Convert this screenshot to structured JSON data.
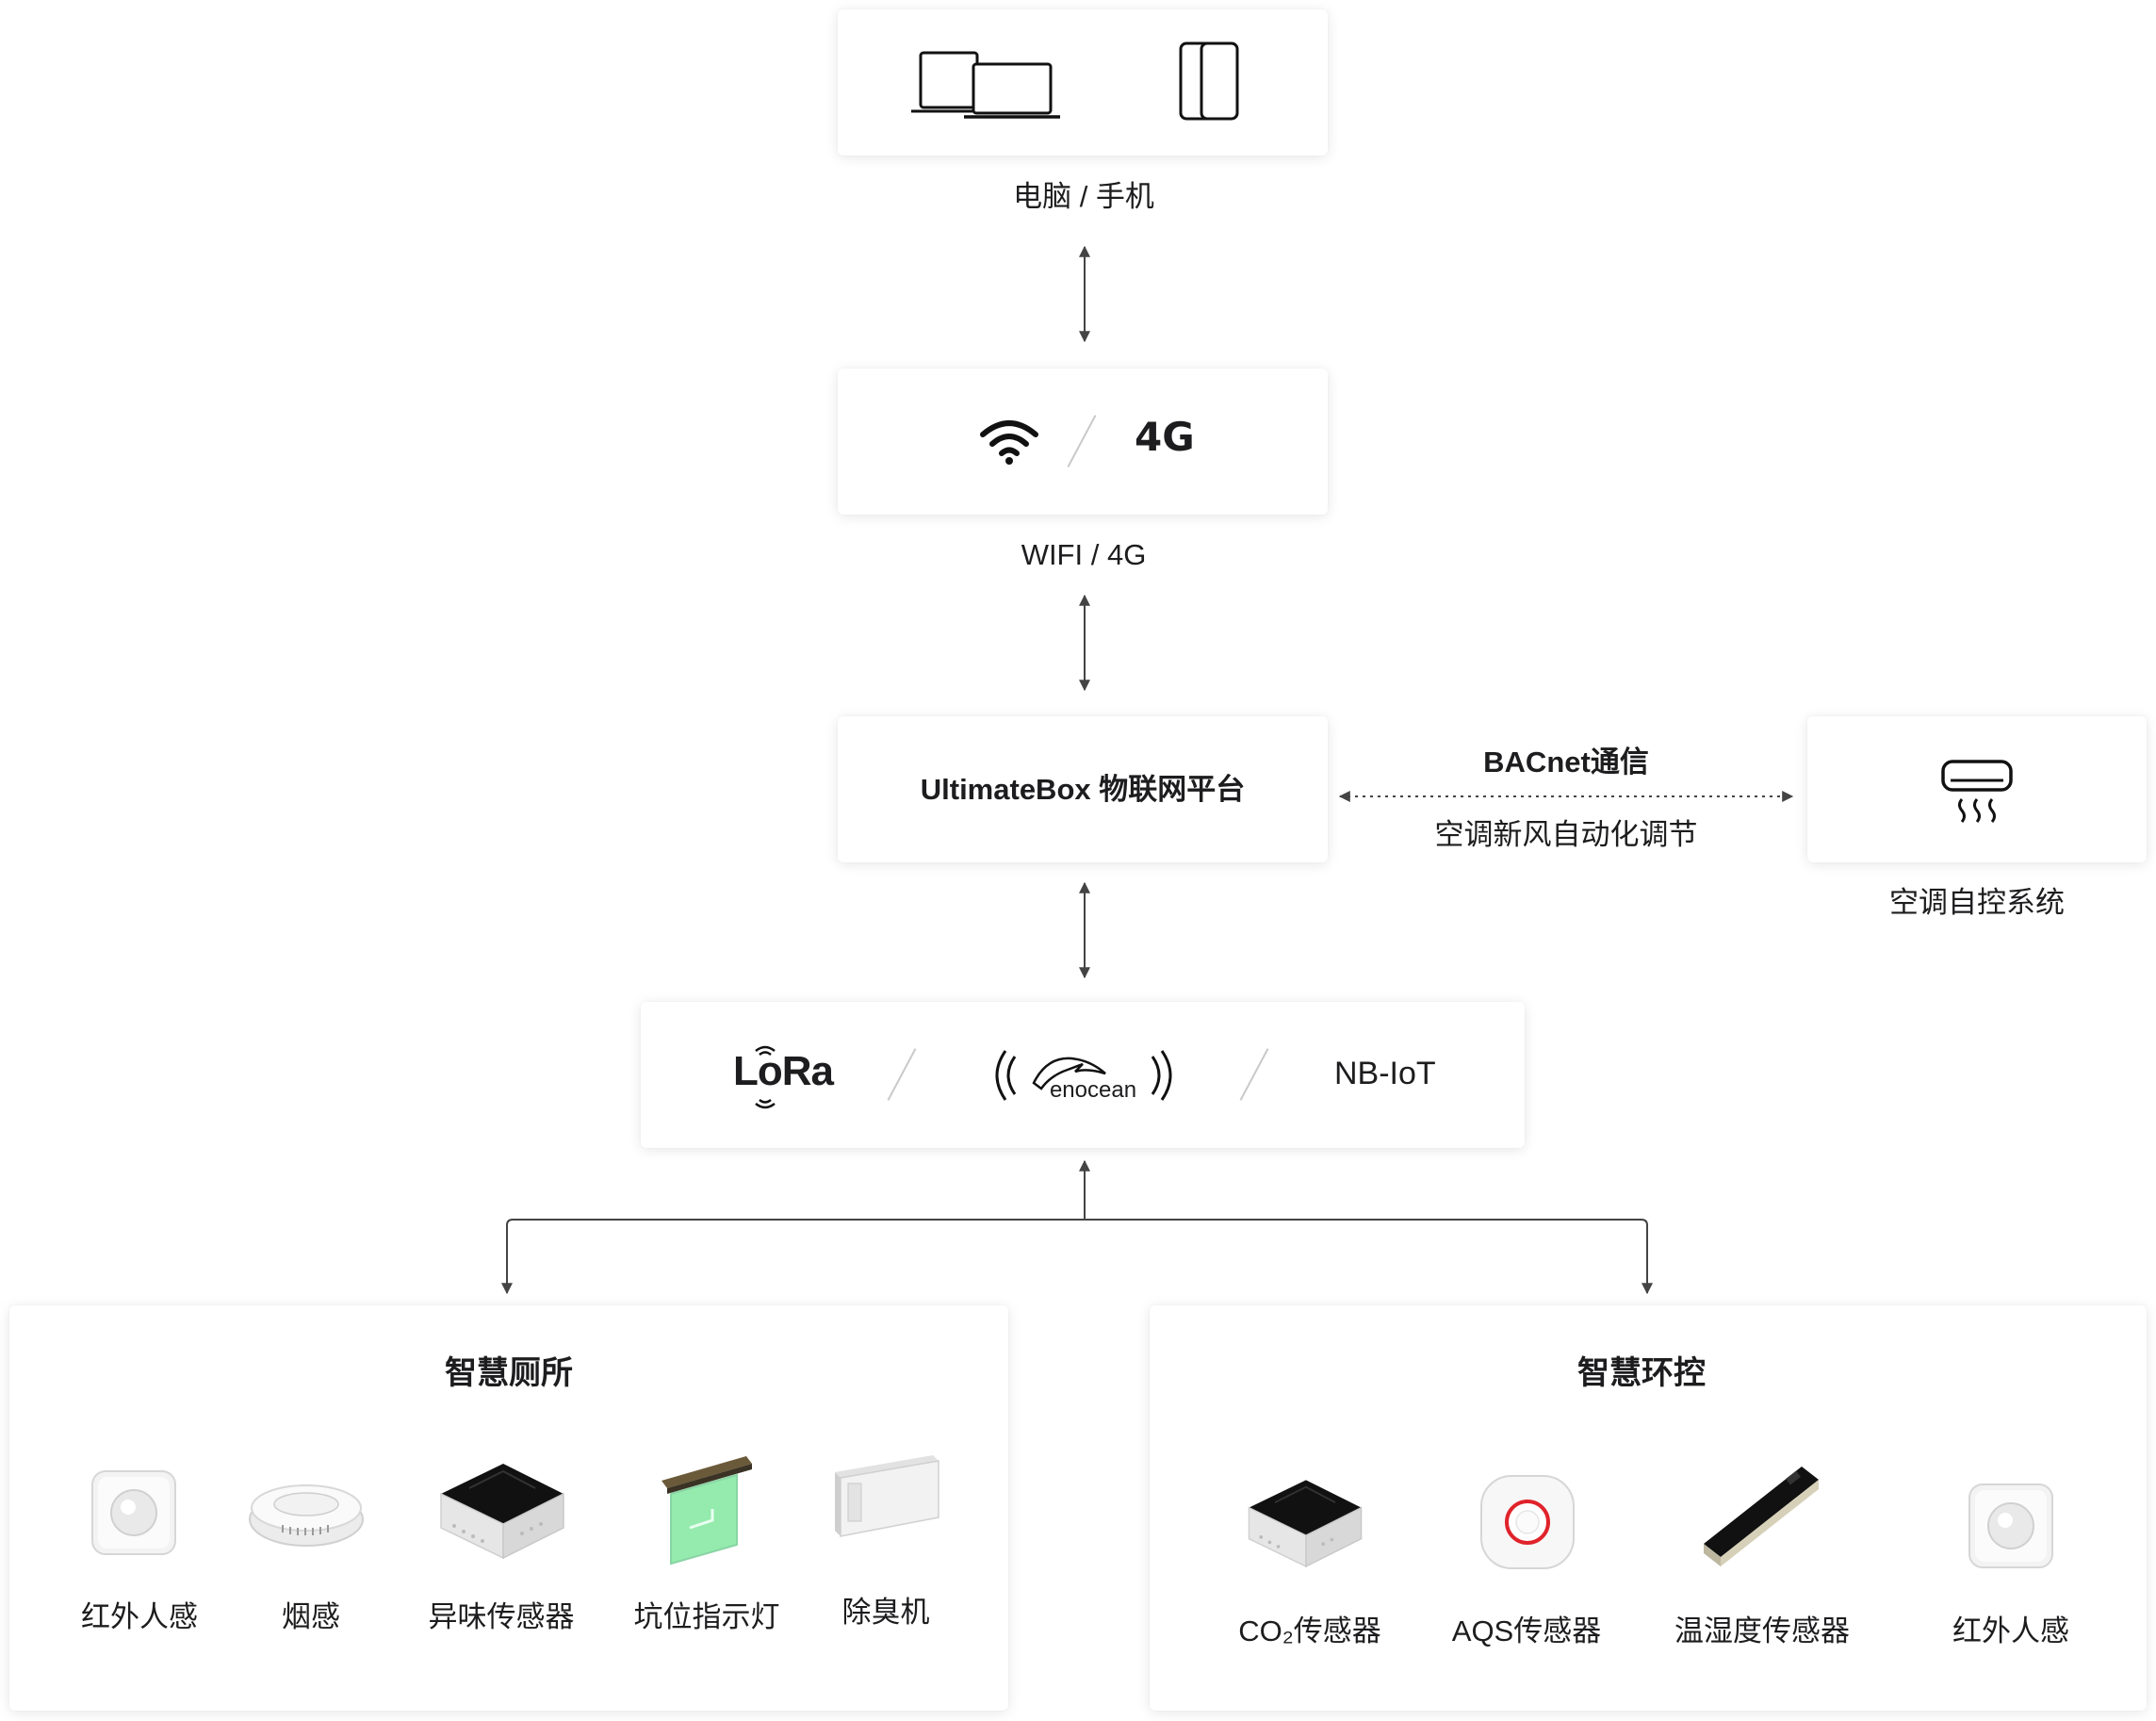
{
  "top": {
    "label": "电脑 / 手机"
  },
  "net": {
    "label": "WIFI / 4G",
    "badge": "4G"
  },
  "platform": {
    "title": "UltimateBox 物联网平台"
  },
  "link": {
    "top": "BACnet通信",
    "bottom": "空调新风自动化调节"
  },
  "ac": {
    "label": "空调自控系统"
  },
  "proto": {
    "lora": "LoRa",
    "enocean": "enocean",
    "nbiot": "NB-IoT"
  },
  "left": {
    "title": "智慧厕所",
    "items": [
      "红外人感",
      "烟感",
      "异味传感器",
      "坑位指示灯",
      "除臭机"
    ]
  },
  "right": {
    "title": "智慧环控",
    "items": [
      "CO₂传感器",
      "AQS传感器",
      "温湿度传感器",
      "红外人感"
    ]
  },
  "colors": {
    "line": "#444444",
    "card_shadow": "rgba(0,0,0,0.10)",
    "indicator_green": "#3ddc6b",
    "alarm_red": "#e0232b"
  }
}
